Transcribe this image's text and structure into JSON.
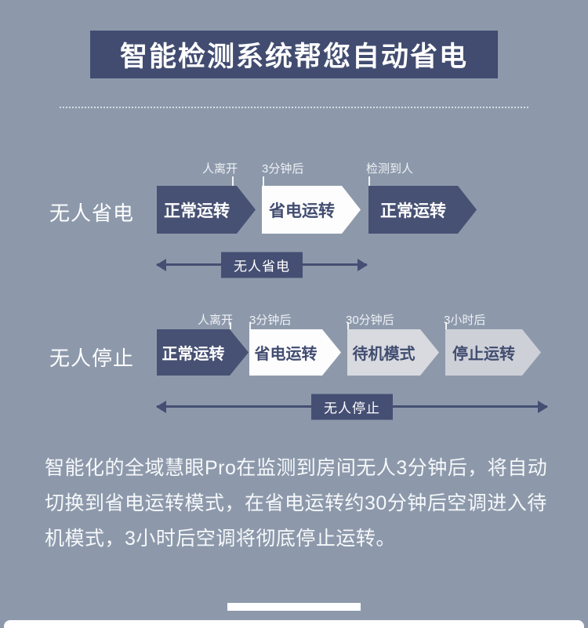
{
  "theme": {
    "background": "#8d99ab",
    "banner_navy": "#414c70",
    "arrow_dark": "#475173",
    "arrow_white": "#fdfdfe",
    "arrow_gray": "#d8dadf",
    "arrow_light_gray": "#cdd0d7",
    "range_navy": "#454f73",
    "text_light": "#f6f8fa"
  },
  "header": {
    "title": "智能检测系统帮您自动省电"
  },
  "diagram1": {
    "label": "无人省电",
    "annotations": [
      "人离开",
      "3分钟后",
      "检测到人"
    ],
    "arrows": [
      {
        "text": "正常运转",
        "style": "dark"
      },
      {
        "text": "省电运转",
        "style": "white"
      },
      {
        "text": "正常运转",
        "style": "dark"
      }
    ],
    "range_label": "无人省电"
  },
  "diagram2": {
    "label": "无人停止",
    "annotations": [
      "人离开",
      "3分钟后",
      "30分钟后",
      "3小时后"
    ],
    "arrows": [
      {
        "text": "正常运转",
        "style": "dark"
      },
      {
        "text": "省电运转",
        "style": "white"
      },
      {
        "text": "待机模式",
        "style": "gray"
      },
      {
        "text": "停止运转",
        "style": "light_gray"
      }
    ],
    "range_label": "无人停止"
  },
  "description": "智能化的全域慧眼Pro在监测到房间无人3分钟后，将自动切换到省电运转模式，在省电运转约30分钟后空调进入待机模式，3小时后空调将彻底停止运转。"
}
